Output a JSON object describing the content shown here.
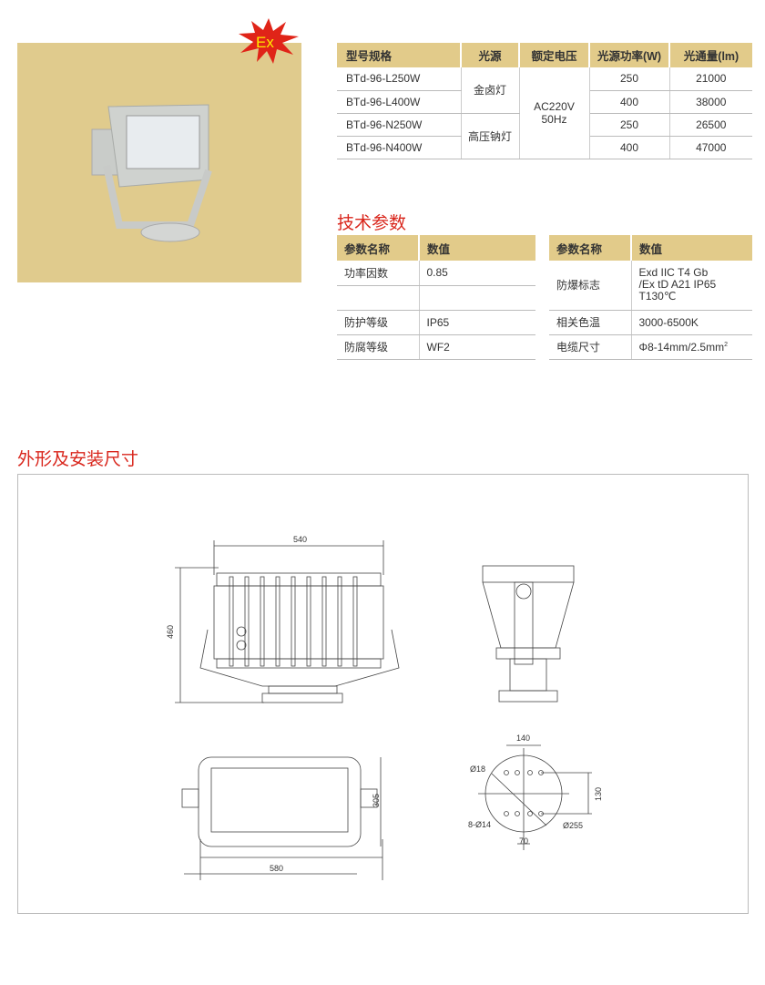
{
  "badge": "Ex",
  "spec_table": {
    "headers": [
      "型号规格",
      "光源",
      "额定电压",
      "光源功率(W)",
      "光通量(lm)"
    ],
    "rows": [
      {
        "model": "BTd-96-L250W",
        "power": "250",
        "flux": "21000"
      },
      {
        "model": "BTd-96-L400W",
        "power": "400",
        "flux": "38000"
      },
      {
        "model": "BTd-96-N250W",
        "power": "250",
        "flux": "26500"
      },
      {
        "model": "BTd-96-N400W",
        "power": "400",
        "flux": "47000"
      }
    ],
    "sources": [
      "金卤灯",
      "高压钠灯"
    ],
    "voltage": [
      "AC220V",
      "50Hz"
    ]
  },
  "tech": {
    "title": "技术参数",
    "headers": [
      "参数名称",
      "数值"
    ],
    "left": [
      {
        "k": "功率因数",
        "v": "0.85"
      },
      {
        "k": "",
        "v": ""
      },
      {
        "k": "防护等级",
        "v": "IP65"
      },
      {
        "k": "防腐等级",
        "v": "WF2"
      }
    ],
    "right": [
      {
        "k": "防爆标志",
        "v1": "Exd IIC T4 Gb",
        "v2": "/Ex tD A21 IP65",
        "v3": "T130℃"
      },
      {
        "k": "相关色温",
        "v": "3000-6500K"
      },
      {
        "k": "电缆尺寸",
        "v": "Φ8-14mm/2.5mm",
        "sup": "2"
      }
    ]
  },
  "dims": {
    "title": "外形及安装尺寸",
    "front_width": "540",
    "front_height": "460",
    "top_width": "580",
    "top_height": "305",
    "base_140": "140",
    "base_130": "130",
    "base_70": "70",
    "base_d18": "Ø18",
    "base_holes": "8-Ø14",
    "base_d255": "Ø255"
  }
}
